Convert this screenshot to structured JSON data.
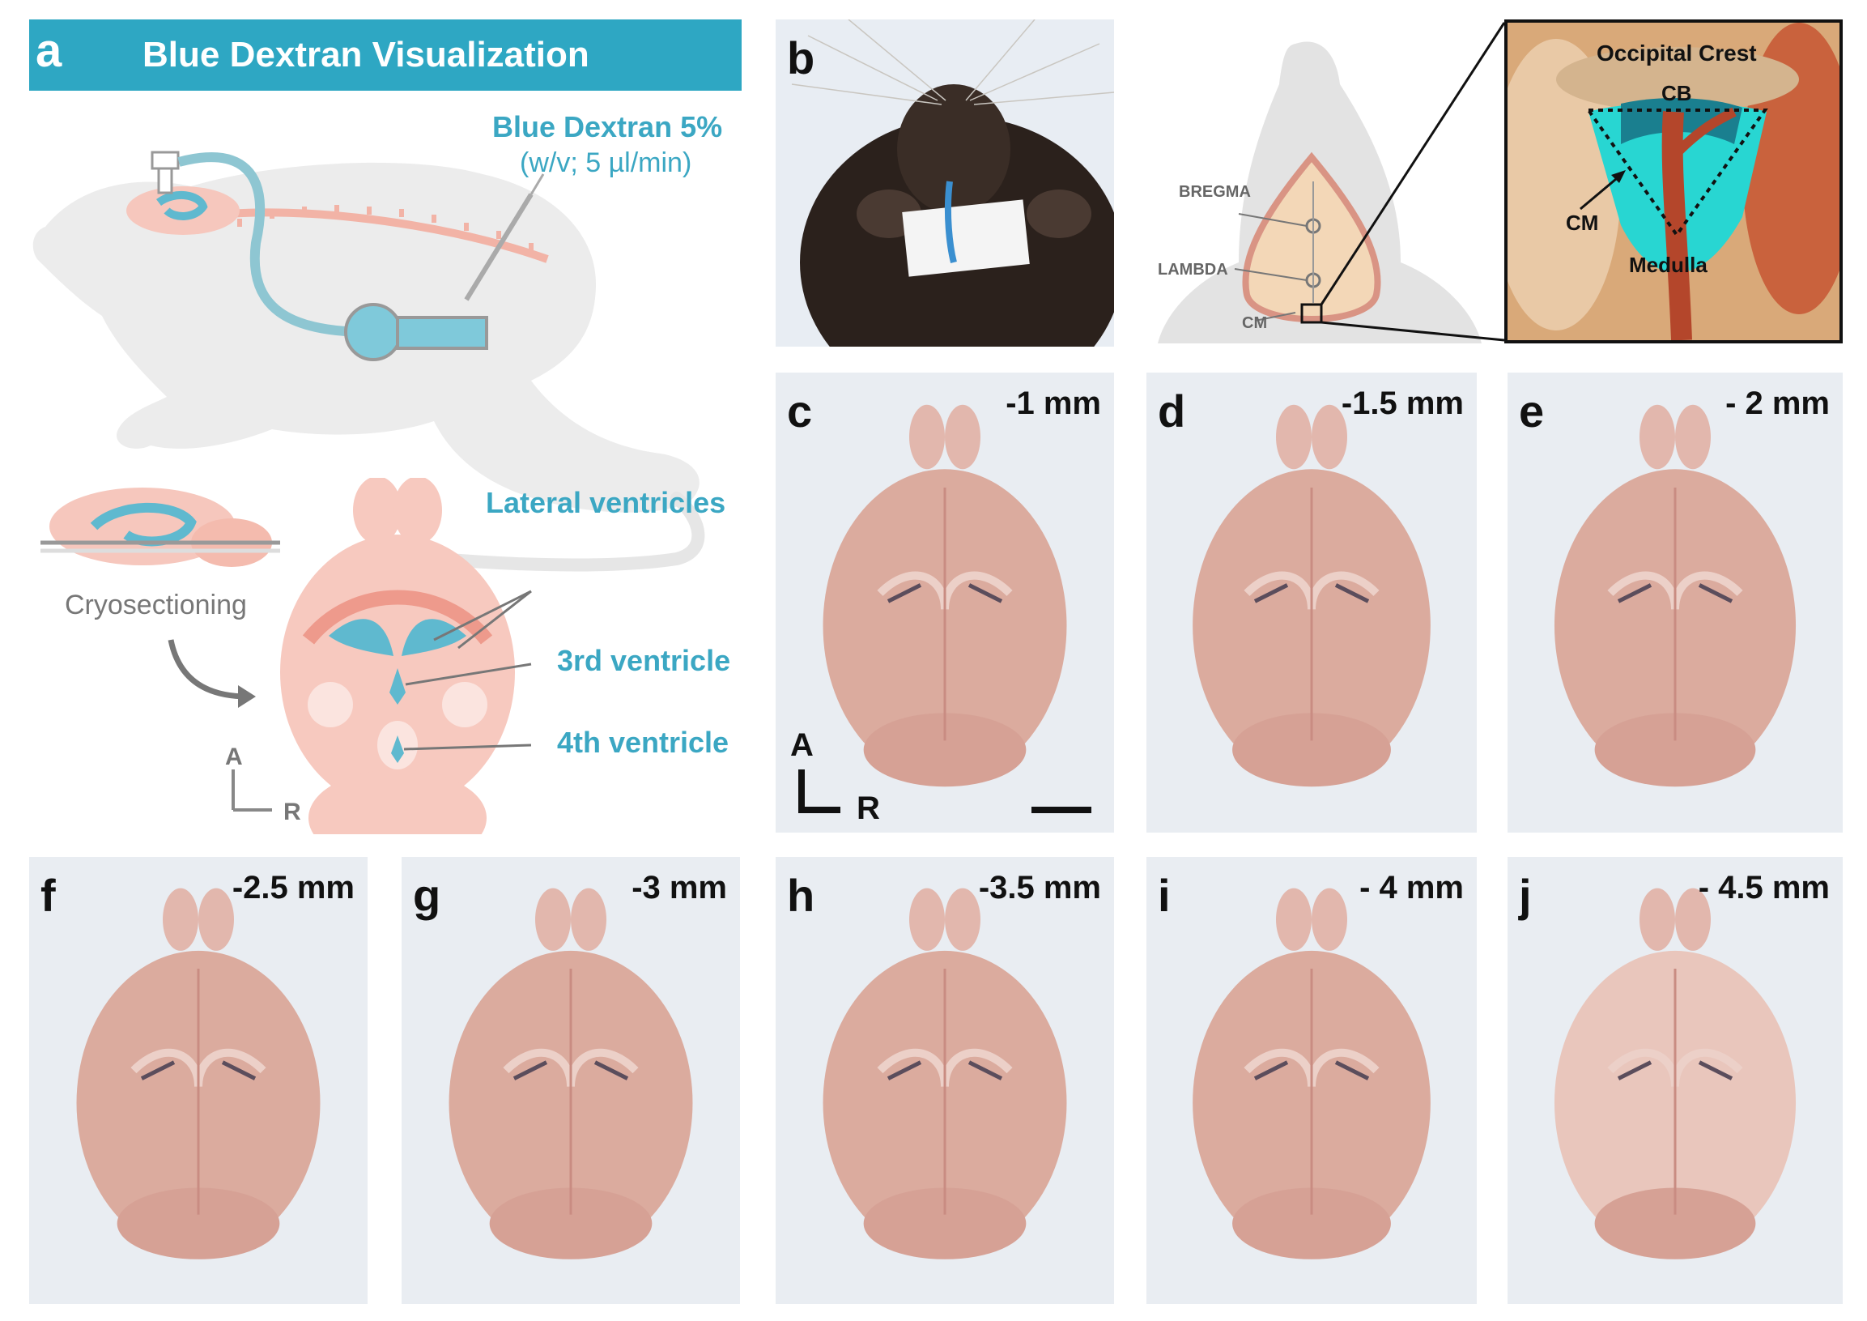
{
  "figure": {
    "panel_a": {
      "letter": "a",
      "title": "Blue Dextran Visualization",
      "injection_label_1": "Blue Dextran 5%",
      "injection_label_2": "(w/v; 5 µl/min)",
      "cryo_label": "Cryosectioning",
      "lateral_label": "Lateral ventricles",
      "third_label": "3rd ventricle",
      "fourth_label": "4th ventricle",
      "axis_a": "A",
      "axis_r": "R"
    },
    "panel_b": {
      "letter": "b",
      "bregma": "BREGMA",
      "lambda": "LAMBDA",
      "cm_small": "CM",
      "occipital": "Occipital Crest",
      "cb": "CB",
      "cm": "CM",
      "medulla": "Medulla"
    },
    "sections": [
      {
        "letter": "c",
        "depth": "-1 mm"
      },
      {
        "letter": "d",
        "depth": "-1.5 mm"
      },
      {
        "letter": "e",
        "depth": "- 2 mm"
      },
      {
        "letter": "f",
        "depth": "-2.5 mm"
      },
      {
        "letter": "g",
        "depth": "-3 mm"
      },
      {
        "letter": "h",
        "depth": "-3.5 mm"
      },
      {
        "letter": "i",
        "depth": "- 4 mm"
      },
      {
        "letter": "j",
        "depth": "- 4.5 mm"
      }
    ],
    "orientation": {
      "a": "A",
      "r": "R"
    },
    "colors": {
      "teal": "#2ea7c3",
      "tissue": "#d7a79a",
      "mouse_gray": "#ececec"
    }
  }
}
